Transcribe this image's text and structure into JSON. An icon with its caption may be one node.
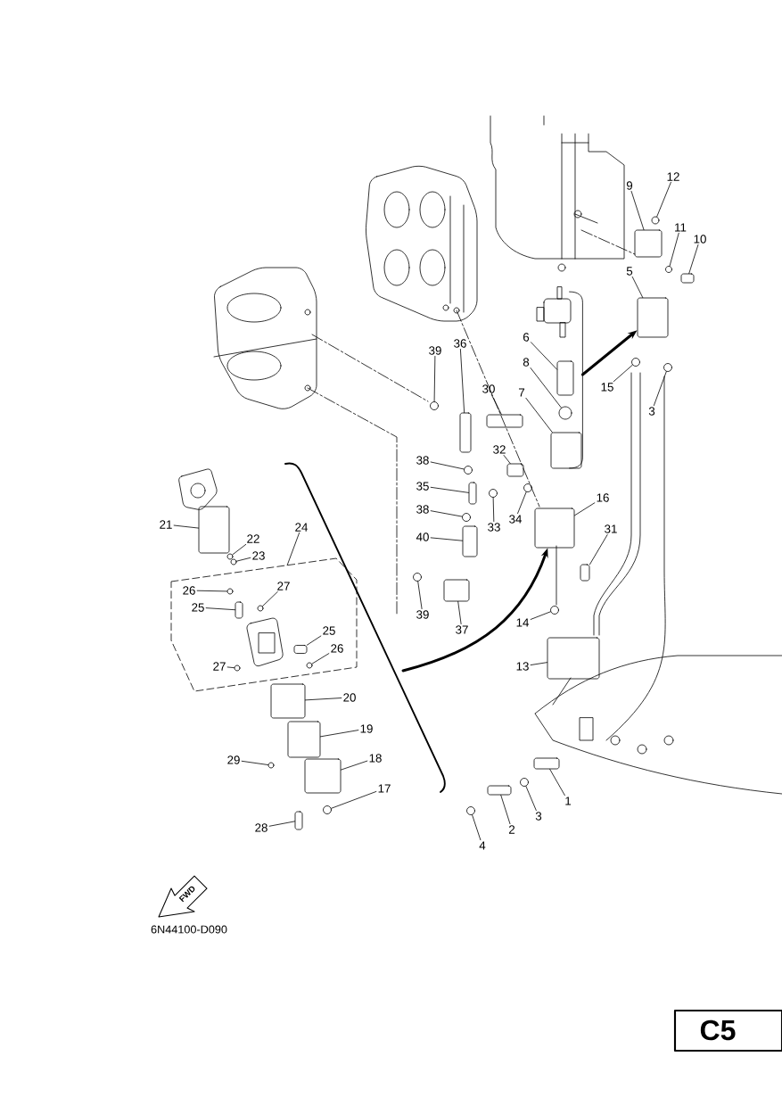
{
  "diagram": {
    "nodes": [
      {
        "text": [
          "12"
        ]
      },
      {
        "text": [
          "9"
        ]
      },
      {
        "text": [
          "11"
        ]
      },
      {
        "text": [
          "10"
        ]
      },
      {
        "text": [
          "5"
        ]
      },
      {
        "text": [
          "39"
        ]
      },
      {
        "text": [
          "36"
        ]
      },
      {
        "text": [
          "6"
        ]
      },
      {
        "text": [
          "8"
        ]
      },
      {
        "text": [
          "15"
        ]
      },
      {
        "text": [
          "3"
        ]
      },
      {
        "text": [
          "30"
        ]
      },
      {
        "text": [
          "7"
        ]
      },
      {
        "text": [
          "32"
        ]
      },
      {
        "text": [
          "38"
        ]
      },
      {
        "text": [
          "35"
        ]
      },
      {
        "text": [
          "16"
        ]
      },
      {
        "text": [
          "21"
        ]
      },
      {
        "text": [
          "38"
        ]
      },
      {
        "text": [
          "33"
        ]
      },
      {
        "text": [
          "34"
        ]
      },
      {
        "text": [
          "24"
        ]
      },
      {
        "text": [
          "31"
        ]
      },
      {
        "text": [
          "22"
        ]
      },
      {
        "text": [
          "23"
        ]
      },
      {
        "text": [
          "40"
        ]
      },
      {
        "text": [
          "26"
        ],
        "in": 67
      },
      {
        "text": [
          "27"
        ],
        "in": 67
      },
      {
        "text": [
          "25"
        ],
        "in": 67
      },
      {
        "text": [
          "39"
        ]
      },
      {
        "text": [
          "14"
        ]
      },
      {
        "text": [
          "37"
        ]
      },
      {
        "text": [
          "25"
        ],
        "in": 67
      },
      {
        "text": [
          "26"
        ],
        "in": 67
      },
      {
        "text": [
          "27"
        ],
        "in": 67
      },
      {
        "text": [
          "13"
        ]
      },
      {
        "text": [
          "20"
        ]
      },
      {
        "text": [
          "19"
        ]
      },
      {
        "text": [
          "29"
        ]
      },
      {
        "text": [
          "18"
        ]
      },
      {
        "text": [
          "17"
        ]
      },
      {
        "text": [
          "1"
        ]
      },
      {
        "text": [
          "3"
        ]
      },
      {
        "text": [
          "2"
        ]
      },
      {
        "text": [
          "28"
        ]
      },
      {
        "text": [
          "4"
        ]
      },
      {
        "text": [],
        "shape": "circle"
      },
      {
        "text": [],
        "shape": "box"
      },
      {
        "text": [],
        "shape": "circle"
      },
      {
        "text": [],
        "shape": "box"
      },
      {
        "text": [],
        "shape": "box"
      },
      {
        "text": [],
        "shape": "circle"
      },
      {
        "text": [],
        "shape": "box"
      },
      {
        "text": [],
        "shape": "box"
      },
      {
        "text": [],
        "shape": "circle"
      },
      {
        "text": [],
        "shape": "circle"
      },
      {
        "text": [],
        "shape": "circle"
      },
      {
        "text": [],
        "shape": "box"
      },
      {
        "text": [],
        "shape": "box"
      },
      {
        "text": [],
        "shape": "box"
      },
      {
        "text": [],
        "shape": "circle"
      },
      {
        "text": [],
        "shape": "box"
      },
      {
        "text": [],
        "shape": "box"
      },
      {
        "text": [],
        "shape": "box"
      },
      {
        "text": [],
        "shape": "circle"
      },
      {
        "text": [],
        "shape": "circle"
      },
      {
        "text": [],
        "shape": "circle"
      },
      {
        "text": [],
        "shape": "box"
      },
      {
        "text": [],
        "shape": "box"
      },
      {
        "text": [],
        "shape": "circle"
      },
      {
        "text": [],
        "shape": "circle"
      },
      {
        "text": [],
        "shape": "box"
      },
      {
        "text": [],
        "shape": "circle",
        "in": 67
      },
      {
        "text": [],
        "shape": "circle",
        "in": 67
      },
      {
        "text": [],
        "shape": "box",
        "in": 67
      },
      {
        "text": [],
        "shape": "circle"
      },
      {
        "text": [],
        "shape": "circle"
      },
      {
        "text": [],
        "shape": "box"
      },
      {
        "text": [],
        "shape": "box",
        "in": 67
      },
      {
        "text": [],
        "shape": "circle",
        "in": 67
      },
      {
        "text": [],
        "shape": "circle",
        "in": 67
      },
      {
        "text": [],
        "shape": "box"
      },
      {
        "text": [],
        "shape": "box"
      },
      {
        "text": [],
        "shape": "box"
      },
      {
        "text": [],
        "shape": "circle"
      },
      {
        "text": [],
        "shape": "box"
      },
      {
        "text": [],
        "shape": "circle"
      },
      {
        "text": [],
        "shape": "box"
      },
      {
        "text": [],
        "shape": "circle"
      },
      {
        "text": [],
        "shape": "box"
      },
      {
        "text": [],
        "shape": "box"
      },
      {
        "text": [],
        "shape": "circle"
      },
      {
        "text": [],
        "shape": "bar"
      }
    ],
    "edges": [
      {
        "from": 0,
        "to": 46,
        "arrow": "none"
      },
      {
        "from": 1,
        "to": 47,
        "arrow": "none"
      },
      {
        "from": 2,
        "to": 48,
        "arrow": "none"
      },
      {
        "from": 3,
        "to": 49,
        "arrow": "none"
      },
      {
        "from": 4,
        "to": 50,
        "arrow": "none"
      },
      {
        "from": 5,
        "to": 51,
        "arrow": "none"
      },
      {
        "from": 6,
        "to": 52,
        "arrow": "none"
      },
      {
        "from": 7,
        "to": 53,
        "arrow": "none"
      },
      {
        "from": 8,
        "to": 54,
        "arrow": "none"
      },
      {
        "from": 9,
        "to": 55,
        "arrow": "none"
      },
      {
        "from": 10,
        "to": 56,
        "arrow": "none"
      },
      {
        "from": 11,
        "to": 57,
        "arrow": "none"
      },
      {
        "from": 12,
        "to": 58,
        "arrow": "none"
      },
      {
        "from": 13,
        "to": 59,
        "arrow": "none"
      },
      {
        "from": 14,
        "to": 60,
        "arrow": "none"
      },
      {
        "from": 15,
        "to": 61,
        "arrow": "none"
      },
      {
        "from": 16,
        "to": 62,
        "arrow": "none"
      },
      {
        "from": 17,
        "to": 63,
        "arrow": "none"
      },
      {
        "from": 18,
        "to": 64,
        "arrow": "none"
      },
      {
        "from": 19,
        "to": 65,
        "arrow": "none"
      },
      {
        "from": 20,
        "to": 66,
        "arrow": "none"
      },
      {
        "from": 21,
        "to": 67,
        "arrow": "none"
      },
      {
        "from": 22,
        "to": 68,
        "arrow": "none"
      },
      {
        "from": 23,
        "to": 69,
        "arrow": "none"
      },
      {
        "from": 24,
        "to": 70,
        "arrow": "none"
      },
      {
        "from": 25,
        "to": 71,
        "arrow": "none"
      },
      {
        "from": 26,
        "to": 72,
        "arrow": "none"
      },
      {
        "from": 27,
        "to": 73,
        "arrow": "none"
      },
      {
        "from": 28,
        "to": 74,
        "arrow": "none"
      },
      {
        "from": 29,
        "to": 75,
        "arrow": "none"
      },
      {
        "from": 30,
        "to": 76,
        "arrow": "none"
      },
      {
        "from": 31,
        "to": 77,
        "arrow": "none"
      },
      {
        "from": 32,
        "to": 78,
        "arrow": "none"
      },
      {
        "from": 33,
        "to": 79,
        "arrow": "none"
      },
      {
        "from": 34,
        "to": 80,
        "arrow": "none"
      },
      {
        "from": 35,
        "to": 81,
        "arrow": "none"
      },
      {
        "from": 36,
        "to": 82,
        "arrow": "none"
      },
      {
        "from": 37,
        "to": 83,
        "arrow": "none"
      },
      {
        "from": 38,
        "to": 84,
        "arrow": "none"
      },
      {
        "from": 39,
        "to": 85,
        "arrow": "none"
      },
      {
        "from": 40,
        "to": 86,
        "arrow": "none"
      },
      {
        "from": 41,
        "to": 87,
        "arrow": "none"
      },
      {
        "from": 42,
        "to": 88,
        "arrow": "none"
      },
      {
        "from": 43,
        "to": 89,
        "arrow": "none"
      },
      {
        "from": 44,
        "to": 90,
        "arrow": "none"
      },
      {
        "from": 45,
        "to": 91,
        "arrow": "none"
      },
      {
        "from": 92,
        "to": 50,
        "arrow": "to",
        "style": "thick"
      },
      {
        "from": null,
        "to": 62,
        "arrow": "to",
        "style": "thick"
      }
    ],
    "labels": [
      "FWD",
      "6N44100-D090",
      "C5"
    ]
  }
}
